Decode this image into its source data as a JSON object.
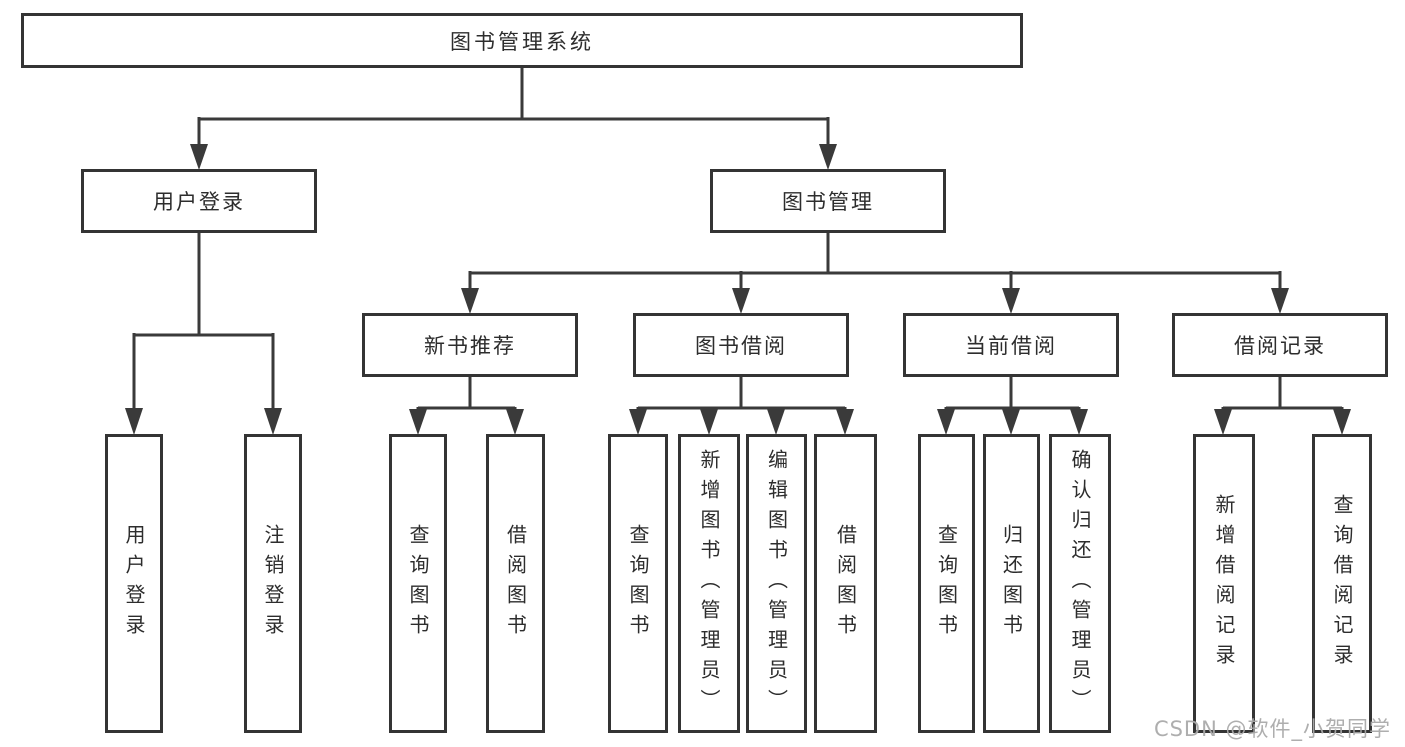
{
  "colors": {
    "line": "#3a3a3a",
    "box_border": "#343434",
    "text": "#2d2d2d",
    "watermark": "#aaaaaa",
    "background": "#ffffff"
  },
  "nodes": {
    "root": "图书管理系统",
    "user_login": "用户登录",
    "book_mgmt": "图书管理",
    "new_book_rec": "新书推荐",
    "book_borrow": "图书借阅",
    "current_borrow": "当前借阅",
    "borrow_records": "借阅记录",
    "leaf_user_login": "用户登录",
    "leaf_logout": "注销登录",
    "rec_query_books": "查询图书",
    "rec_borrow_books": "借阅图书",
    "bb_query_books": "查询图书",
    "bb_add_books_admin": "新增图书（管理员）",
    "bb_edit_books_admin": "编辑图书（管理员）",
    "bb_borrow_books": "借阅图书",
    "cb_query_books": "查询图书",
    "cb_return_books": "归还图书",
    "cb_confirm_return_admin": "确认归还（管理员）",
    "br_add_record": "新增借阅记录",
    "br_query_record": "查询借阅记录"
  },
  "watermark": "CSDN @软件_小贺同学"
}
